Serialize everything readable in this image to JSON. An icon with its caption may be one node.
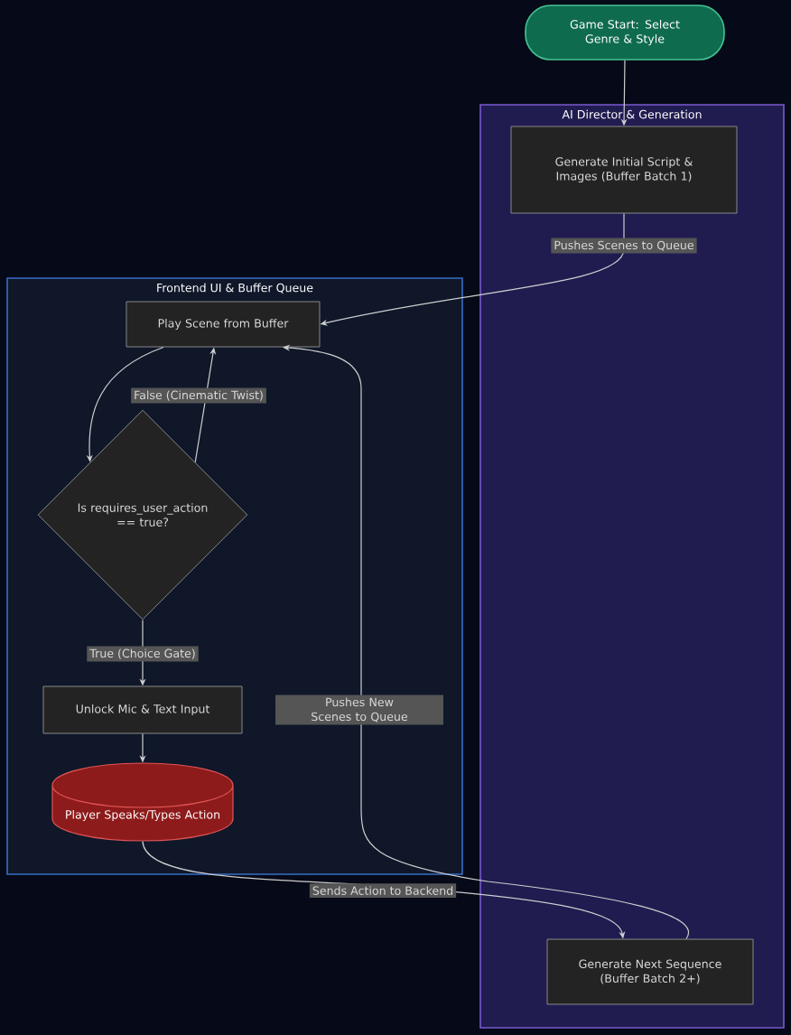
{
  "diagram": {
    "nodes": [
      {
        "text": [
          "Game Start: Select Genre & Style"
        ]
      },
      {
        "text": [
          "AI Director & Generation"
        ]
      },
      {
        "text": [
          "Generate Initial Script & Images (Buffer Batch 1)"
        ],
        "in": 1
      },
      {
        "text": [
          "Generate Next Sequence (Buffer Batch 2+)"
        ],
        "in": 1
      },
      {
        "text": [
          "Frontend UI & Buffer Queue"
        ]
      },
      {
        "text": [
          "Play Scene from Buffer"
        ],
        "in": 4
      },
      {
        "text": [
          "Is requires_user_action == true?"
        ],
        "in": 4
      },
      {
        "text": [
          "Unlock Mic & Text Input"
        ],
        "in": 4
      },
      {
        "text": [
          "Player Speaks/Types Action"
        ],
        "in": 4
      }
    ],
    "edges": [
      {
        "from": 0,
        "to": 2,
        "arrow": "to"
      },
      {
        "from": 2,
        "to": 5,
        "arrow": "to",
        "label": "Pushes Scenes to Queue"
      },
      {
        "from": 5,
        "to": 6,
        "arrow": "to"
      },
      {
        "from": 6,
        "to": 5,
        "arrow": "to",
        "label": "False (Cinematic Twist)"
      },
      {
        "from": 6,
        "to": 7,
        "arrow": "to",
        "label": "True (Choice Gate)"
      },
      {
        "from": 7,
        "to": 8,
        "arrow": "to"
      },
      {
        "from": 8,
        "to": 3,
        "arrow": "to",
        "label": "Sends Action to Backend"
      },
      {
        "from": 3,
        "to": 5,
        "arrow": "to",
        "label": "Pushes New Scenes to Queue"
      }
    ]
  }
}
